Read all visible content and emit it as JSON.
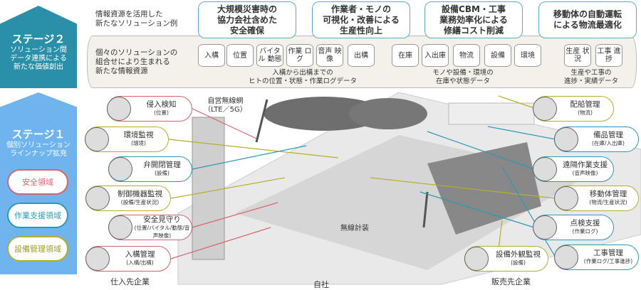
{
  "stage2": {
    "title": "ステージ２",
    "sub": [
      "ソリューション間",
      "データ連携による",
      "新たな価値創出"
    ]
  },
  "stage1": {
    "title": "ステージ１",
    "sub": [
      "個別ソリューション",
      "ラインナップ拡充"
    ],
    "domains": [
      "安全領域",
      "作業支援領域",
      "設備管理領域"
    ]
  },
  "solutions_label": [
    "情報資源を活用した",
    "新たなソリューション例"
  ],
  "resources_label": [
    "個々のソリューションの",
    "組合せにより生まれる",
    "新たな情報資源"
  ],
  "solutions": [
    [
      "大規模災害時の",
      "協力会社含めた",
      "安全確保"
    ],
    [
      "作業者・モノの",
      "可視化・改善による",
      "生産性向上"
    ],
    [
      "設備CBM・工事",
      "業務効率化による",
      "修繕コスト削減"
    ],
    [
      "移動体の自動運転",
      "による物流最適化"
    ]
  ],
  "resources": [
    "入構",
    "位置",
    "バイタル 動態",
    "作業 ログ",
    "音声 映像",
    "出構",
    "在庫",
    "入出庫",
    "物流",
    "設備",
    "環境",
    "生産 状況",
    "工事 進捗"
  ],
  "captions": [
    [
      "入構から出構までの",
      "ヒトの位置・状態・作業ログデータ"
    ],
    [
      "モノや設備・環境の",
      "在庫や状態データ"
    ],
    [
      "生産や工事の",
      "進捗・実績データ"
    ]
  ],
  "map": {
    "wireless_net": [
      "自営無線網",
      "（LTE／5G）"
    ],
    "wireless_instr": "無線計装",
    "supplier": "仕入先企業",
    "own": "自社",
    "customer": "販売先企業"
  },
  "callouts": [
    {
      "t": "侵入検知",
      "s": "(位置)"
    },
    {
      "t": "環境監視",
      "s": "(環境)"
    },
    {
      "t": "弁開閉管理",
      "s": "(設備)"
    },
    {
      "t": "制御機器監視",
      "s": "(設備/生産状況)"
    },
    {
      "t": "安全見守り",
      "s": "(位置/バイタル/動態/音声映像)"
    },
    {
      "t": "入構管理",
      "s": "(入構/出構)"
    },
    {
      "t": "配船管理",
      "s": "(物流)"
    },
    {
      "t": "備品管理",
      "s": "(在庫/入出庫)"
    },
    {
      "t": "遠隔作業支援",
      "s": "(音声映像)"
    },
    {
      "t": "移動体管理",
      "s": "(物流/生産状況)"
    },
    {
      "t": "点検支援",
      "s": "(作業ログ)"
    },
    {
      "t": "工事管理",
      "s": "(作業ログ/工事進捗)"
    },
    {
      "t": "設備外観監視",
      "s": "(設備)"
    }
  ],
  "colors": {
    "stage2": "#2a8fa8",
    "stage1": "#6fb4ec",
    "safety": "#d9636b",
    "support": "#2a9bb5",
    "equipment": "#b5b02a"
  }
}
